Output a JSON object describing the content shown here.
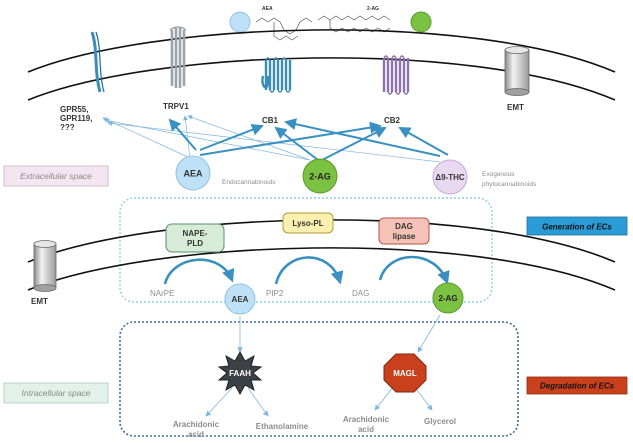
{
  "molecules": {
    "aea": "AEA",
    "two_ag": "2-AG"
  },
  "receptors": {
    "gpr_line1": "GPR55,",
    "gpr_line2": "GPR119,",
    "gpr_line3": "???",
    "trpv1": "TRPV1",
    "cb1": "CB1",
    "cb2": "CB2",
    "emt_top": "EMT",
    "emt_bottom": "EMT"
  },
  "ligands": {
    "aea": "AEA",
    "two_ag": "2-AG",
    "thc": "Δ9-THC",
    "endocannabinoids": "Endocannabinoids",
    "exogenous_line1": "Exogenous",
    "exogenous_line2": "phytocannabinoids"
  },
  "spaces": {
    "extracellular": "Extracellular space",
    "intracellular": "Intracellular space"
  },
  "generation": {
    "title": "Generation of ECs",
    "nape_pld_line1": "NAPE-",
    "nape_pld_line2": "PLD",
    "lyso_pl": "Lyso-PL",
    "dag_lipase_line1": "DAG",
    "dag_lipase_line2": "lipase",
    "narpe": "NArPE",
    "aea": "AEA",
    "pip2": "PIP2",
    "dag": "DAG",
    "two_ag": "2-AG"
  },
  "degradation": {
    "title": "Degradation of ECs",
    "faah": "FAAH",
    "magl": "MAGL",
    "arachidonic_1_line1": "Arachidonic",
    "arachidonic_1_line2": "acid",
    "ethanolamine": "Ethanolamine",
    "arachidonic_2_line1": "Arachidonic",
    "arachidonic_2_line2": "acid",
    "glycerol": "Glycerol"
  },
  "colors": {
    "receptor_blue": "#3a8db8",
    "trpv1_grey": "#9aa3aa",
    "cb2_purple": "#8e72ad",
    "arrow_blue": "#3a90c0",
    "aea_fill": "#bfe1f7",
    "two_ag_fill": "#7cc242",
    "thc_fill": "#e9d9f0",
    "extracellular_label_bg": "#f3e6f0",
    "intracellular_label_bg": "#e3f1ea",
    "generation_tag": "#2a9bd4",
    "degradation_tag": "#c9401c",
    "nape_pld_fill": "#d6ecd7",
    "lyso_pl_fill": "#fbf0b0",
    "dag_lipase_fill": "#f6c2b8",
    "faah_fill": "#3a4248",
    "magl_fill": "#c9401c"
  },
  "icons": {
    "faah": "faah-star-icon",
    "magl": "magl-octagon-icon",
    "emt": "emt-cylinder-icon"
  }
}
